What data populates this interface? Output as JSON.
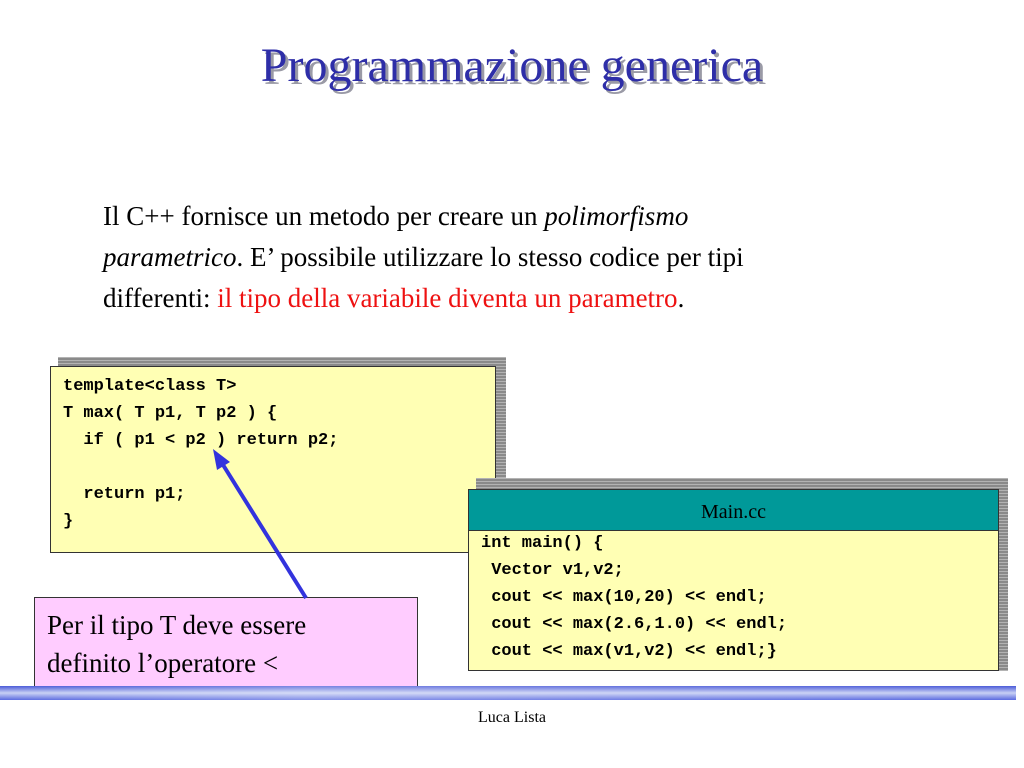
{
  "slide": {
    "title": "Programmazione generica",
    "intro": {
      "part1": "Il C++ fornisce un metodo per creare un ",
      "italic1": "polimorfismo",
      "italic2": "parametrico",
      "part2": ". E’ possibile utilizzare lo stesso codice per tipi",
      "part3": "differenti: ",
      "highlight": "il tipo della variabile diventa un parametro",
      "end": "."
    },
    "template_code": [
      "template<class T>",
      "T max( T p1, T p2 ) {",
      "  if ( p1 < p2 ) return p2;",
      "",
      "  return p1;",
      "}"
    ],
    "main_box": {
      "header": "Main.cc",
      "code": [
        "int main() {",
        " Vector v1,v2;",
        " cout << max(10,20) << endl;",
        " cout << max(2.6,1.0) << endl;",
        " cout << max(v1,v2) << endl;}"
      ]
    },
    "note": {
      "line1": "Per il tipo T deve essere",
      "line2": "definito l’operatore <"
    },
    "footer": "Luca Lista"
  },
  "colors": {
    "title": "#2e2ea8",
    "highlight": "#ee1111",
    "code_box_bg": "#ffffb4",
    "main_header_bg": "#009999",
    "note_bg": "#ffccff",
    "arrow": "#3333dd"
  }
}
